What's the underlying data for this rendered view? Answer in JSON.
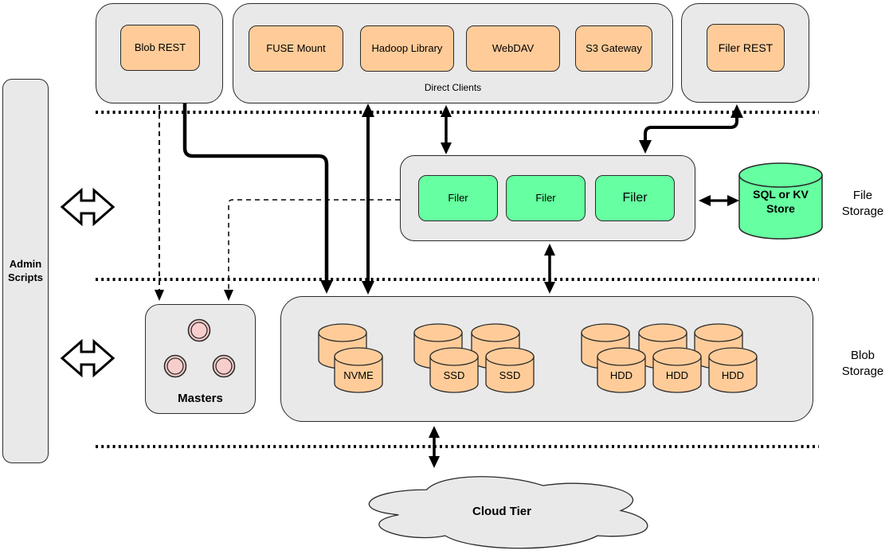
{
  "diagram": {
    "admin": {
      "label": "Admin Scripts"
    },
    "top_row": {
      "blob_rest_label": "Blob REST",
      "direct_clients": {
        "label": "Direct Clients",
        "clients": [
          "FUSE Mount",
          "Hadoop Library",
          "WebDAV",
          "S3 Gateway"
        ]
      },
      "filer_rest_label": "Filer REST"
    },
    "file_storage": {
      "section_label": "File Storage",
      "filers": [
        "Filer",
        "Filer",
        "Filer"
      ],
      "store_label": "SQL or KV Store"
    },
    "blob_storage": {
      "section_label": "Blob Storage",
      "masters_label": "Masters",
      "disk_labels": [
        "NVME",
        "SSD",
        "SSD",
        "HDD",
        "HDD",
        "HDD"
      ]
    },
    "cloud_tier": {
      "label": "Cloud Tier"
    },
    "colors": {
      "client_fill": "#FFCC99",
      "filer_fill": "#66FFA1",
      "master_fill": "#F8CECC",
      "container_fill": "#E9E9E9",
      "line": "#000000"
    }
  }
}
